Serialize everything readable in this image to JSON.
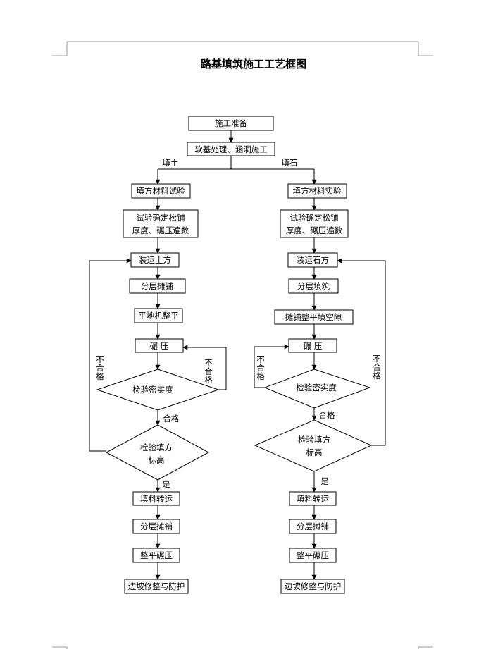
{
  "title": "路基填筑施工工艺框图",
  "nodes": {
    "prep": "施工准备",
    "soft": "软基处理、涵洞施工",
    "l_test": "填方材料试验",
    "l_loose_1": "试验确定松铺",
    "l_loose_2": "厚度、碾压遍数",
    "l_haul": "装运土方",
    "l_layer": "分层摊铺",
    "l_grader": "平地机整平",
    "l_roll": "碾    压",
    "l_check_density": "检验密实度",
    "l_check_elev_1": "检验填方",
    "l_check_elev_2": "标高",
    "l_transfer": "填料转运",
    "l_spread": "分层摊铺",
    "l_level": "整平碾压",
    "l_slope": "边坡修整与防护",
    "r_test": "填方材料实验",
    "r_loose_1": "试验确定松铺",
    "r_loose_2": "厚度、碾压遍数",
    "r_haul": "装运石方",
    "r_layer": "分层填筑",
    "r_fill_gaps": "摊铺整平填空隙",
    "r_roll": "碾    压",
    "r_check_density": "检验密实度",
    "r_check_elev_1": "检验填方",
    "r_check_elev_2": "标高",
    "r_transfer": "填料转运",
    "r_spread": "分层摊铺",
    "r_level": "整平碾压",
    "r_slope": "边坡修整与防护"
  },
  "edge_labels": {
    "soil": "填土",
    "stone": "填石",
    "l_pass": "合格",
    "r_pass": "合格",
    "l_yes": "是",
    "r_yes": "是",
    "fail_chars": [
      "不",
      "合",
      "格"
    ]
  }
}
